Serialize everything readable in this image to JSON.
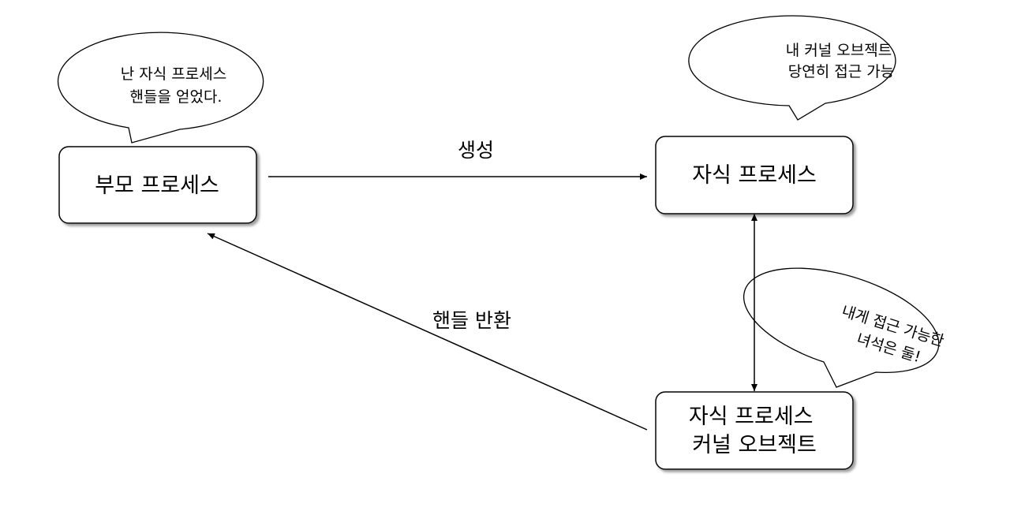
{
  "nodes": {
    "parent": {
      "label": "부모 프로세스"
    },
    "child": {
      "label": "자식 프로세스"
    },
    "kernel_object": {
      "label_line1": "자식 프로세스",
      "label_line2": "커널 오브젝트"
    }
  },
  "edges": {
    "create": {
      "label": "생성"
    },
    "return_handle": {
      "label": "핸들 반환"
    }
  },
  "bubbles": {
    "parent": {
      "line1": "난 자식 프로세스",
      "line2": "핸들을 얻었다."
    },
    "child": {
      "line1": "내 커널 오브젝트",
      "line2": "당연히 접근 가능"
    },
    "kernel": {
      "line1": "내게 접근 가능한",
      "line2": "녀석은 둘!"
    }
  },
  "colors": {
    "stroke": "#000000",
    "fill": "#ffffff",
    "shadow": "#8c8c8c"
  }
}
